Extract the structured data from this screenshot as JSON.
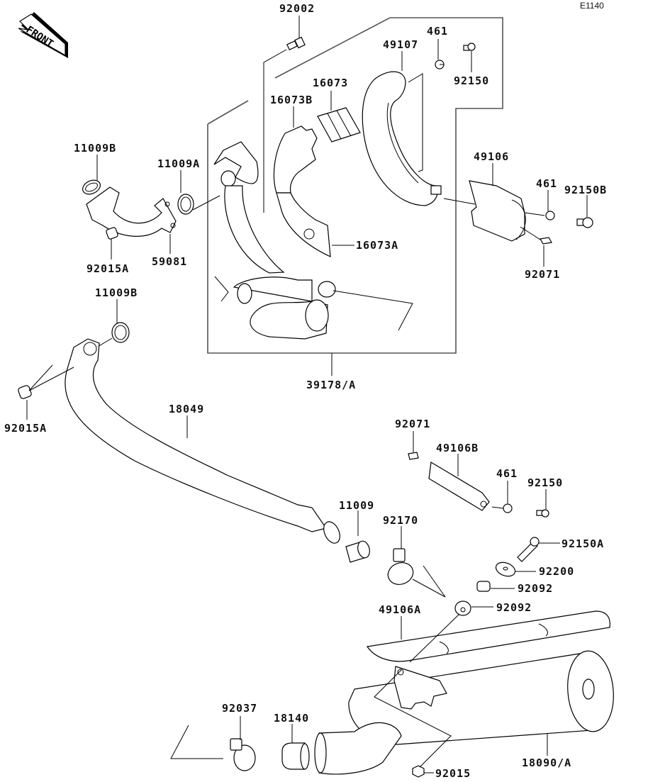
{
  "diagram": {
    "code": "E1140",
    "front_label": "FRONT",
    "labels": {
      "p92002": "92002",
      "p49107": "49107",
      "p461_top": "461",
      "p92150_top": "92150",
      "p16073": "16073",
      "p16073B": "16073B",
      "p16073A": "16073A",
      "p11009B_top": "11009B",
      "p11009A": "11009A",
      "p92015A_top": "92015A",
      "p59081": "59081",
      "p49106": "49106",
      "p461_mid": "461",
      "p92150B": "92150B",
      "p92071_top": "92071",
      "p11009B_mid": "11009B",
      "p39178A": "39178/A",
      "p92015A_mid": "92015A",
      "p18049": "18049",
      "p92071_mid": "92071",
      "p49106B": "49106B",
      "p461_low": "461",
      "p92150_low": "92150",
      "p11009": "11009",
      "p92170": "92170",
      "p92150A": "92150A",
      "p92200": "92200",
      "p92092_a": "92092",
      "p92092_b": "92092",
      "p49106A": "49106A",
      "p92037": "92037",
      "p18140": "18140",
      "p18090A": "18090/A",
      "p92015": "92015"
    }
  }
}
